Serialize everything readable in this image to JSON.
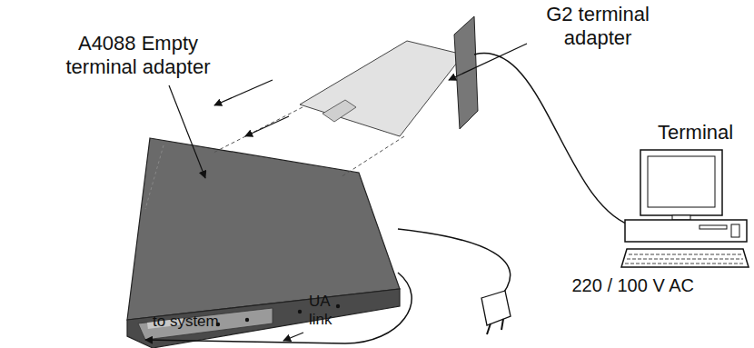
{
  "diagram": {
    "labels": [
      "A4088 Empty terminal adapter",
      "G2 terminal adapter",
      "Terminal",
      "to system",
      "UA link",
      "220 / 100 V AC"
    ]
  }
}
